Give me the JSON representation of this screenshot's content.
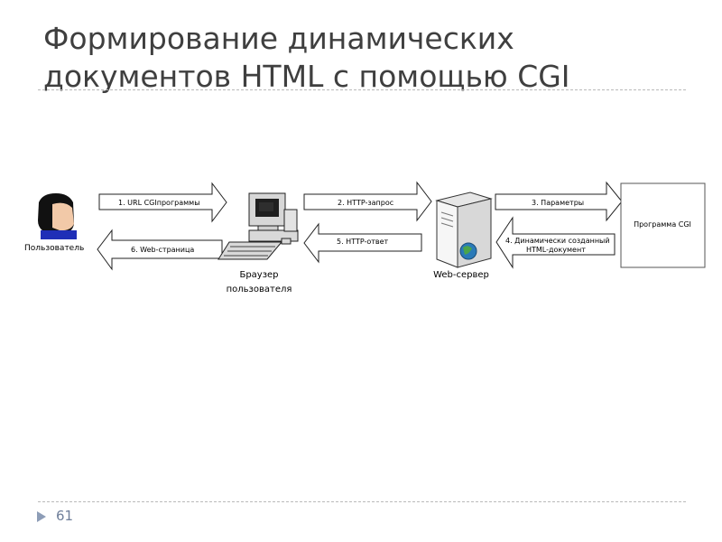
{
  "title": {
    "line1": "Формирование динамических",
    "line2": "документов HTML с помощью CGI"
  },
  "diagram": {
    "user_label": "Пользователь",
    "browser_label_line1": "Браузер",
    "browser_label_line2": "пользователя",
    "server_label": "Web-сервер",
    "program_label": "Программа CGI",
    "arrows": {
      "a1": "1. URL CGIпрограммы",
      "a2": "2. HTTP-запрос",
      "a3": "3. Параметры",
      "a4_line1": "4. Динамически созданный",
      "a4_line2": "HTML-документ",
      "a5": "5. HTTP-ответ",
      "a6": "6. Web-страница"
    }
  },
  "footer": {
    "slide_number": "61"
  },
  "colors": {
    "title": "#3f3f3f",
    "divider": "#b9b9b9",
    "slide_number": "#6f7f9a",
    "marker": "#8d9db7"
  }
}
